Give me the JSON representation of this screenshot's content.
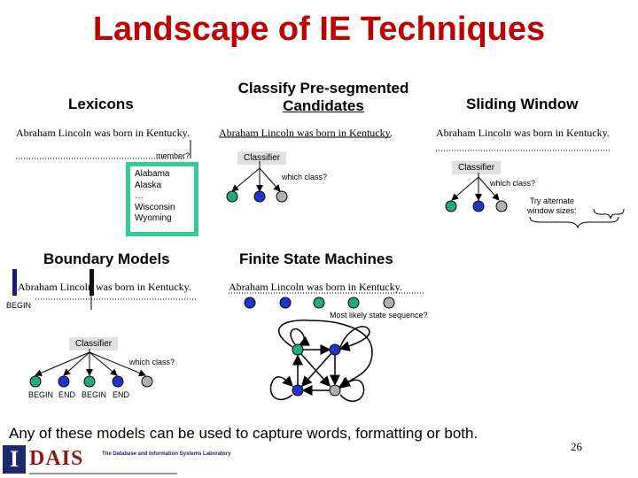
{
  "title": "Landscape of IE Techniques",
  "sentence": "Abraham Lincoln was born in Kentucky.",
  "lexicons": {
    "heading": "Lexicons",
    "query": "member?",
    "list": [
      "Alabama",
      "Alaska",
      "…",
      "Wisconsin",
      "Wyoming"
    ]
  },
  "classify": {
    "heading_line1": "Classify Pre-segmented",
    "heading_line2": "Candidates",
    "classifier": "Classifier",
    "question": "which class?"
  },
  "sliding": {
    "heading": "Sliding Window",
    "classifier": "Classifier",
    "question": "which class?",
    "note_line1": "Try alternate",
    "note_line2": "window sizes:"
  },
  "boundary": {
    "heading": "Boundary Models",
    "begin": "BEGIN",
    "classifier": "Classifier",
    "question": "which class?",
    "leaf_labels": [
      "BEGIN",
      "END",
      "BEGIN",
      "END"
    ]
  },
  "fsm": {
    "heading": "Finite State Machines",
    "note": "Most likely state sequence?"
  },
  "footer": "Any of these models can be used to capture words, formatting or both.",
  "page_number": "26",
  "logo": {
    "letter": "I",
    "name": "DAIS",
    "lab_name": "The Database and Information Systems Laboratory"
  },
  "colors": {
    "title": "#c00000",
    "node_green": "#22aa77",
    "node_blue": "#2233cc",
    "node_gray": "#b0b0b0",
    "list_border": "#33cc99",
    "marker": "#1a1a80"
  }
}
